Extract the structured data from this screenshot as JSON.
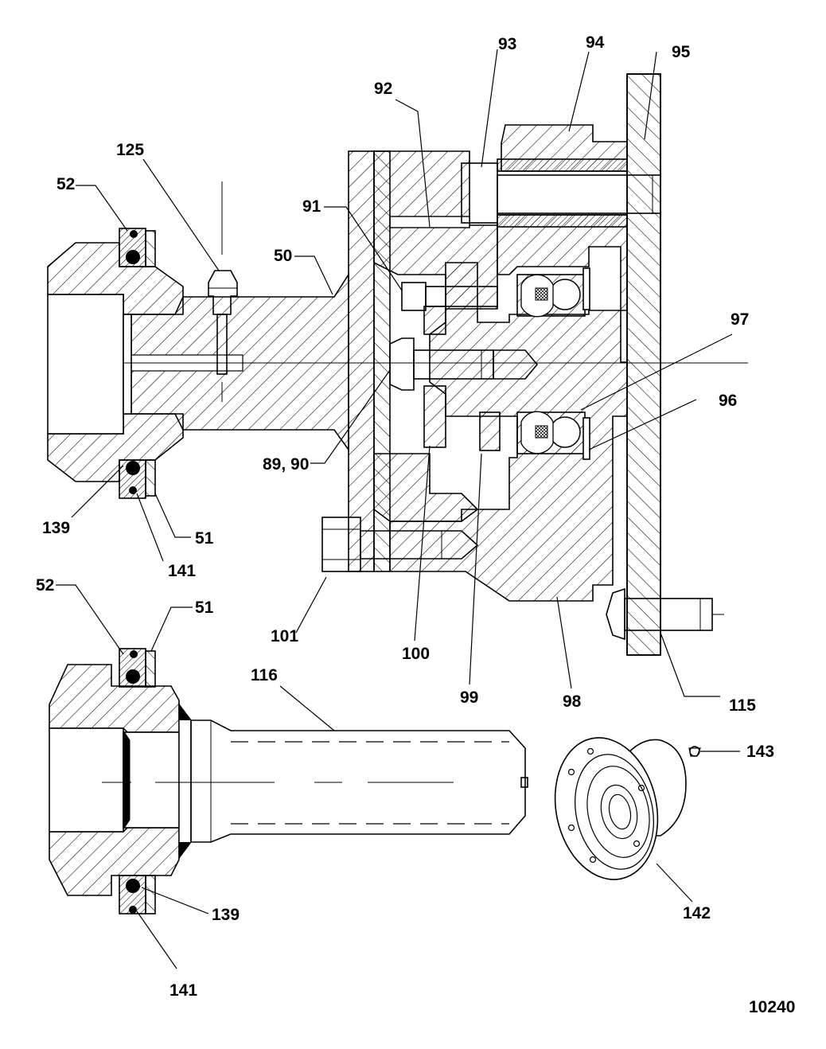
{
  "labels": {
    "l93": "93",
    "l94": "94",
    "l95": "95",
    "l92": "92",
    "l125": "125",
    "l52a": "52",
    "l91": "91",
    "l50": "50",
    "l97": "97",
    "l96": "96",
    "l8990": "89, 90",
    "l139a": "139",
    "l51a": "51",
    "l141a": "141",
    "l52b": "52",
    "l51b": "51",
    "l101": "101",
    "l100": "100",
    "l116": "116",
    "l99": "99",
    "l98": "98",
    "l115": "115",
    "l143": "143",
    "l139b": "139",
    "l142": "142",
    "l141b": "141"
  },
  "figure_id": "10240"
}
